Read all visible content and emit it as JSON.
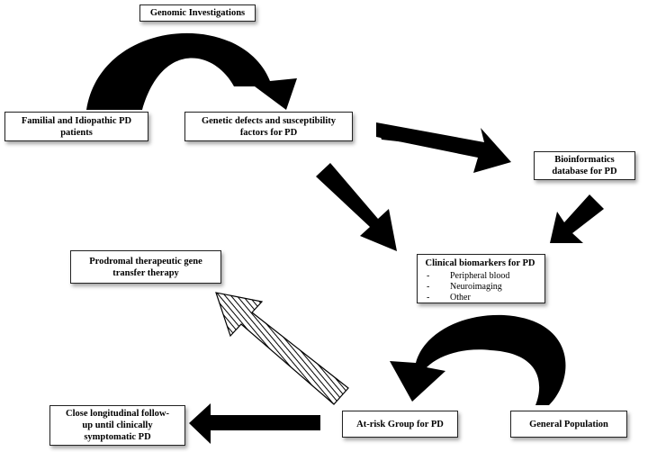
{
  "colors": {
    "arrow": "#000000",
    "box_border": "#222222",
    "hatch": "#000000"
  },
  "nodes": {
    "genomic_investigations": "Genomic Investigations",
    "familial_idiopathic": [
      "Familial and Idiopathic PD",
      "patients"
    ],
    "genetic_defects": [
      "Genetic defects and susceptibility",
      "factors for PD"
    ],
    "bioinformatics": [
      "Bioinformatics",
      "database for PD"
    ],
    "clinical_biomarkers": {
      "title": "Clinical biomarkers for PD",
      "items": [
        "Peripheral blood",
        "Neuroimaging",
        "Other"
      ],
      "bullet": "-"
    },
    "prodromal": [
      "Prodromal therapeutic gene",
      "transfer therapy"
    ],
    "at_risk": "At-risk Group for PD",
    "general_population": "General Population",
    "longitudinal": [
      "Close longitudinal follow-",
      "up until clinically",
      "symptomatic PD"
    ]
  }
}
